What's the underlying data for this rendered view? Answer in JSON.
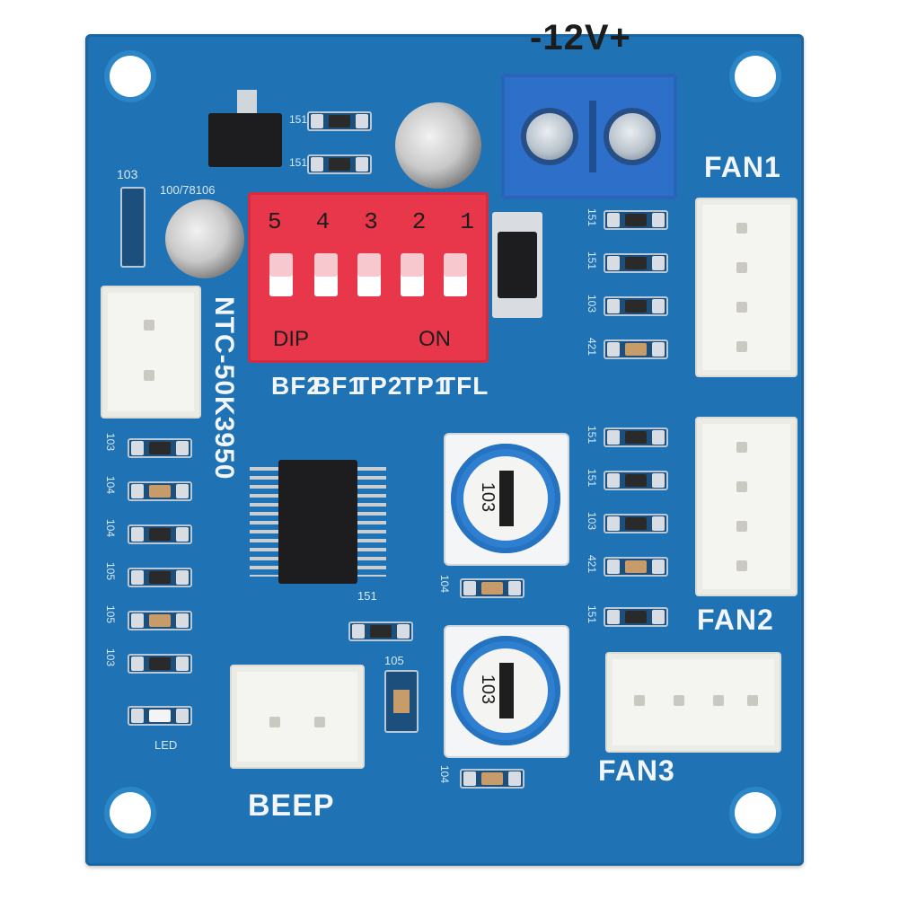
{
  "board": {
    "power_label": "-12V+",
    "fan1_label": "FAN1",
    "fan2_label": "FAN2",
    "fan3_label": "FAN3",
    "beep_label": "BEEP",
    "led_label": "LED",
    "sensor_label": "NTC-50K3950",
    "dip_label": "DIP",
    "on_label": "ON",
    "dip_numbers": [
      "5",
      "4",
      "3",
      "2",
      "1"
    ],
    "mode_labels": [
      "TFL",
      "TP1",
      "TP2",
      "BF1",
      "BF2"
    ],
    "cap_label_left": "100/78106",
    "codes": {
      "c103_top": "103",
      "c151_a": "151",
      "c151_b": "151",
      "r151_1": "151",
      "r151_2": "151",
      "r103_1": "103",
      "r421_1": "421",
      "r151_3": "151",
      "r151_4": "151",
      "r103_2": "103",
      "r421_2": "421",
      "r151_5": "151",
      "l103": "103",
      "l104": "104",
      "l104b": "104",
      "l105": "105",
      "l105b": "105",
      "l103b": "103",
      "c151_mid": "151",
      "c105": "105",
      "c104_a": "104",
      "c104_b": "104",
      "pot_code": "103"
    }
  }
}
